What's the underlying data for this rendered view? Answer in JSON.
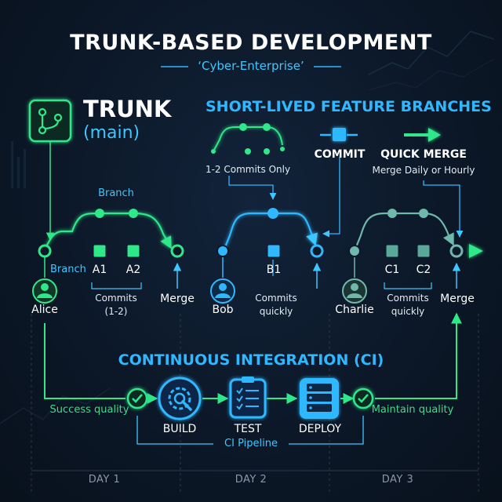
{
  "header": {
    "title": "TRUNK-BASED DEVELOPMENT",
    "subtitle": "‘Cyber-Enterprise’"
  },
  "trunk": {
    "title": "TRUNK",
    "subtitle": "(main)",
    "icon": "git-branch-icon"
  },
  "feature_branches": {
    "heading": "SHORT-LIVED FEATURE BRANCHES",
    "commits_only": "1-2 Commits Only",
    "commit": "COMMIT",
    "quick_merge": "QUICK MERGE",
    "merge_frequency": "Merge Daily or Hourly"
  },
  "day1": {
    "branch_top": "Branch",
    "branch_side": "Branch",
    "commit_a1": "A1",
    "commit_a2": "A2",
    "commits_note": [
      "Commits",
      "(1-2)"
    ],
    "merge": "Merge",
    "developer": "Alice"
  },
  "day2": {
    "commit_b1": "B1",
    "commits_note": [
      "Commits",
      "quickly"
    ],
    "developer": "Bob"
  },
  "day3": {
    "commit_c1": "C1",
    "commit_c2": "C2",
    "commits_note": [
      "Commits",
      "quickly"
    ],
    "merge": "Merge",
    "developer": "Charlie"
  },
  "ci": {
    "heading": "CONTINUOUS INTEGRATION (CI)",
    "success_quality": "Success quality",
    "maintain_quality": "Maintain quality",
    "pipeline": "CI Pipeline",
    "stages": [
      {
        "label": "BUILD",
        "icon": "gear-wrench-icon"
      },
      {
        "label": "TEST",
        "icon": "clipboard-checklist-icon"
      },
      {
        "label": "DEPLOY",
        "icon": "server-stack-icon"
      }
    ]
  },
  "timeline": {
    "days": [
      "DAY 1",
      "DAY 2",
      "DAY 3"
    ]
  },
  "colors": {
    "background": "#0c1828",
    "green": "#2ee88a",
    "blue": "#2fb8ff",
    "teal": "#5aa89a",
    "line": "#3ec7ff"
  }
}
